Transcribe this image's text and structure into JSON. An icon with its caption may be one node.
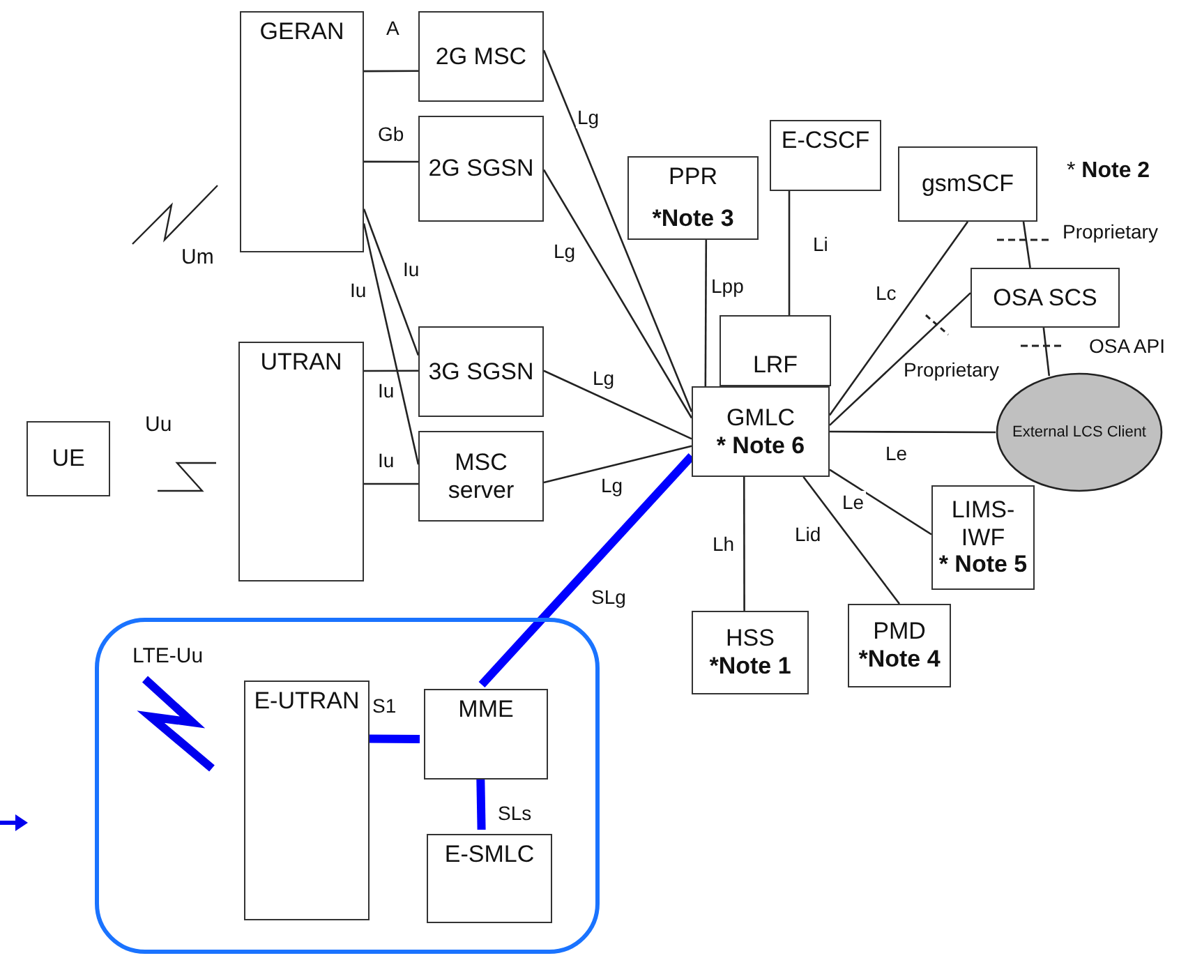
{
  "diagram": {
    "nodes": [
      {
        "text": [
          "GERAN"
        ]
      },
      {
        "text": [
          "2G MSC"
        ]
      },
      {
        "text": [
          "2G SGSN"
        ]
      },
      {
        "text": [
          "UTRAN"
        ]
      },
      {
        "text": [
          "3G SGSN"
        ]
      },
      {
        "text": [
          "MSC server"
        ]
      },
      {
        "text": [
          "UE"
        ]
      },
      {
        "text": [
          "PPR",
          "*Note 3"
        ]
      },
      {
        "text": [
          "E-CSCF"
        ]
      },
      {
        "text": [
          "gsmSCF"
        ]
      },
      {
        "text": [
          "LRF"
        ]
      },
      {
        "text": [
          "GMLC",
          "* Note 6"
        ]
      },
      {
        "text": [
          "OSA SCS"
        ]
      },
      {
        "text": [
          "External LCS Client"
        ]
      },
      {
        "text": [
          "LIMS-IWF",
          "* Note 5"
        ]
      },
      {
        "text": [
          "PMD",
          "*Note 4"
        ]
      },
      {
        "text": [
          "HSS",
          "*Note 1"
        ]
      },
      {
        "text": [],
        "shape": "box"
      },
      {
        "text": [
          "E-UTRAN"
        ],
        "in": 17
      },
      {
        "text": [
          "MME"
        ],
        "in": 17
      },
      {
        "text": [
          "E-SMLC"
        ],
        "in": 17
      }
    ],
    "edges": [
      {
        "from": 0,
        "to": 1,
        "arrow": "none",
        "label": "A"
      },
      {
        "from": 0,
        "to": 2,
        "arrow": "none",
        "label": "Gb"
      },
      {
        "from": 0,
        "to": 4,
        "arrow": "none",
        "label": "Iu"
      },
      {
        "from": 0,
        "to": 5,
        "arrow": "none",
        "label": "Iu"
      },
      {
        "from": 3,
        "to": 4,
        "arrow": "none",
        "label": "Iu"
      },
      {
        "from": 3,
        "to": 5,
        "arrow": "none",
        "label": "Iu"
      },
      {
        "from": 1,
        "to": 11,
        "arrow": "none",
        "label": "Lg"
      },
      {
        "from": 2,
        "to": 11,
        "arrow": "none",
        "label": "Lg"
      },
      {
        "from": 4,
        "to": 11,
        "arrow": "none",
        "label": "Lg"
      },
      {
        "from": 5,
        "to": 11,
        "arrow": "none",
        "label": "Lg"
      },
      {
        "from": 7,
        "to": 11,
        "arrow": "none",
        "label": "Lpp"
      },
      {
        "from": 8,
        "to": 10,
        "arrow": "none",
        "label": "Li"
      },
      {
        "from": 9,
        "to": 11,
        "arrow": "none",
        "label": "Lc"
      },
      {
        "from": 12,
        "to": 11,
        "arrow": "none",
        "label": "Proprietary"
      },
      {
        "from": 9,
        "to": 12,
        "arrow": "none",
        "label": "Proprietary"
      },
      {
        "from": 12,
        "to": 13,
        "arrow": "none",
        "label": "OSA API"
      },
      {
        "from": 11,
        "to": 13,
        "arrow": "none",
        "label": "Le"
      },
      {
        "from": 11,
        "to": 14,
        "arrow": "none",
        "label": "Le"
      },
      {
        "from": 11,
        "to": 15,
        "arrow": "none",
        "label": "Lid"
      },
      {
        "from": 11,
        "to": 16,
        "arrow": "none",
        "label": "Lh"
      },
      {
        "from": 11,
        "to": 19,
        "arrow": "none",
        "label": "SLg",
        "style": "thick",
        "color": "#0000ff"
      },
      {
        "from": 18,
        "to": 19,
        "arrow": "none",
        "label": "S1",
        "style": "thick",
        "color": "#0000ff"
      },
      {
        "from": 19,
        "to": 20,
        "arrow": "none",
        "label": "SLs",
        "style": "thick",
        "color": "#0000ff"
      }
    ],
    "labels": [
      "* **Note 2**",
      "Um",
      "Uu",
      "LTE-Uu"
    ]
  }
}
